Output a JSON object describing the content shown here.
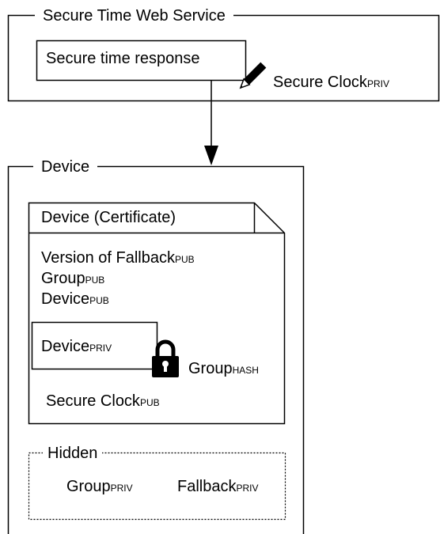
{
  "service": {
    "title": "Secure Time Web Service",
    "response_box": "Secure time response",
    "sign_label": "Secure Clock",
    "sign_sub": "PRIV"
  },
  "device": {
    "title": "Device",
    "certificate": {
      "header": "Device (Certificate)",
      "fallback_label": "Version of Fallback",
      "fallback_sub": "PUB",
      "group_label": "Group",
      "group_sub": "PUB",
      "device_label": "Device",
      "device_sub": "PUB",
      "encrypted_label": "Device",
      "encrypted_sub": "PRIV",
      "lock_label": "Group",
      "lock_sub": "HASH",
      "clock_label": "Secure Clock",
      "clock_sub": "PUB"
    },
    "hidden": {
      "title": "Hidden",
      "group_label": "Group",
      "group_sub": "PRIV",
      "fallback_label": "Fallback",
      "fallback_sub": "PRIV"
    }
  },
  "icons": [
    "pen-icon",
    "lock-icon"
  ]
}
